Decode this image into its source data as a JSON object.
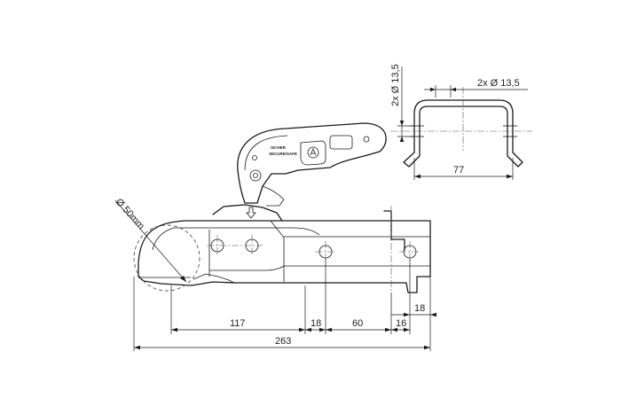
{
  "handle": {
    "line1": "SICHER",
    "line2": "SECURE/SAFE"
  },
  "profile": {
    "hole_callout": "2x Ø 13,5",
    "vertical_callout": "2x Ø 13,5",
    "width": "77"
  },
  "coupling": {
    "ball_callout": "Ø 50mm",
    "offset_right": "18"
  },
  "bottom_dims": {
    "d117": "117",
    "d18": "18",
    "d60": "60",
    "d16": "16",
    "overall": "263"
  }
}
